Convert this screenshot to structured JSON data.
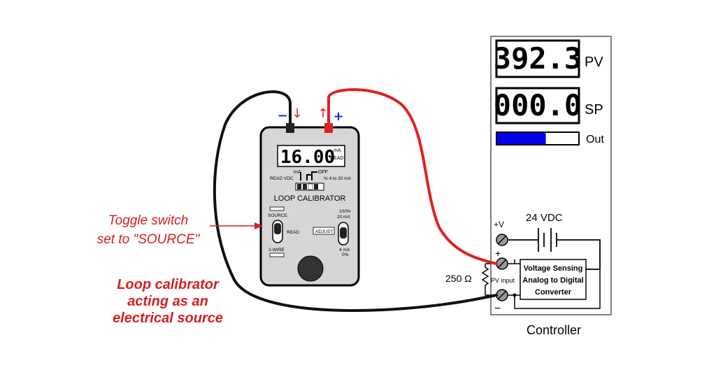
{
  "calibrator": {
    "display_value": "16.00",
    "display_unit": "mA",
    "display_mode": "READ",
    "mode_labels": {
      "ma": "mA",
      "off": "OFF",
      "read_vdc": "READ VDC",
      "pct": "% 4 to 20 mA"
    },
    "title": "LOOP CALIBRATOR",
    "source_label": "SOURCE",
    "read_label": "READ",
    "two_wire_label": "2-WIRE",
    "adjust_label": "ADJUST",
    "range_top": "100%",
    "range_top_ma": "20 mA",
    "range_bottom_ma": "4 mA",
    "range_bottom": "0%",
    "terminal_neg": "−",
    "terminal_pos": "+",
    "arrow_down": "↓",
    "arrow_up": "↑"
  },
  "controller": {
    "pv_value": "392.3",
    "pv_label": "PV",
    "sp_value": "000.0",
    "sp_label": "SP",
    "out_label": "Out",
    "out_level": 0.6,
    "out_color": "#0000ee",
    "caption": "Controller",
    "supply_label": "24 VDC",
    "plus_v": "+V",
    "plus": "+",
    "pv_input": "PV input",
    "minus": "−",
    "resistor": "250 Ω",
    "adc_lines": [
      "Voltage Sensing",
      "Analog to Digital",
      "Converter"
    ]
  },
  "annotations": {
    "toggle_line1": "Toggle switch",
    "toggle_line2": "set to \"SOURCE\"",
    "source_line1": "Loop calibrator",
    "source_line2": "acting as an",
    "source_line3": "electrical source"
  },
  "colors": {
    "red_wire": "#e02020",
    "black_wire": "#111111",
    "annotation": "#d42020"
  }
}
